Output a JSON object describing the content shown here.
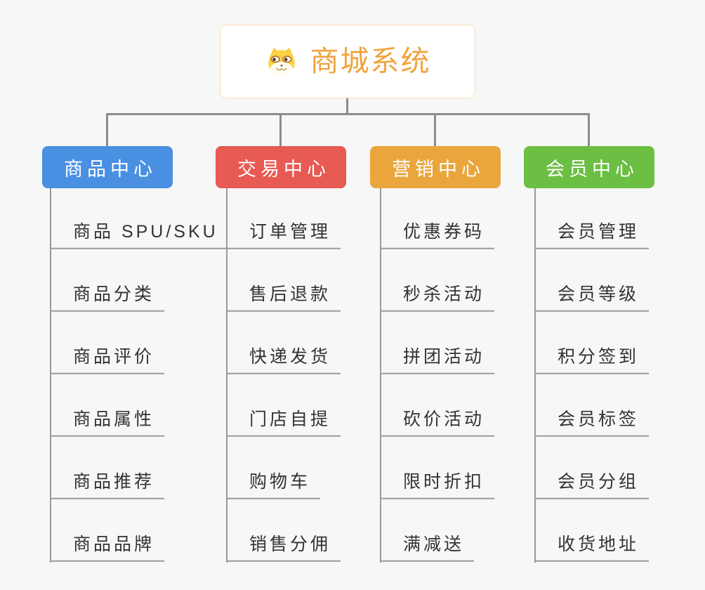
{
  "page": {
    "background_color": "#f7f7f7",
    "connector_color": "#8c8c8c",
    "leaf_line_color": "#9a9a9a",
    "leaf_text_color": "#333333"
  },
  "root": {
    "title": "商城系统",
    "icon": "dog-face-icon",
    "text_color": "#f0a43e",
    "border_color": "#f2b869"
  },
  "branches": [
    {
      "label": "商品中心",
      "color": "#4a90e2",
      "items": [
        "商品 SPU/SKU",
        "商品分类",
        "商品评价",
        "商品属性",
        "商品推荐",
        "商品品牌"
      ]
    },
    {
      "label": "交易中心",
      "color": "#e85a54",
      "items": [
        "订单管理",
        "售后退款",
        "快递发货",
        "门店自提",
        "购物车",
        "销售分佣"
      ]
    },
    {
      "label": "营销中心",
      "color": "#eaa63c",
      "items": [
        "优惠券码",
        "秒杀活动",
        "拼团活动",
        "砍价活动",
        "限时折扣",
        "满减送"
      ]
    },
    {
      "label": "会员中心",
      "color": "#6bbf43",
      "items": [
        "会员管理",
        "会员等级",
        "积分签到",
        "会员标签",
        "会员分组",
        "收货地址"
      ]
    }
  ]
}
